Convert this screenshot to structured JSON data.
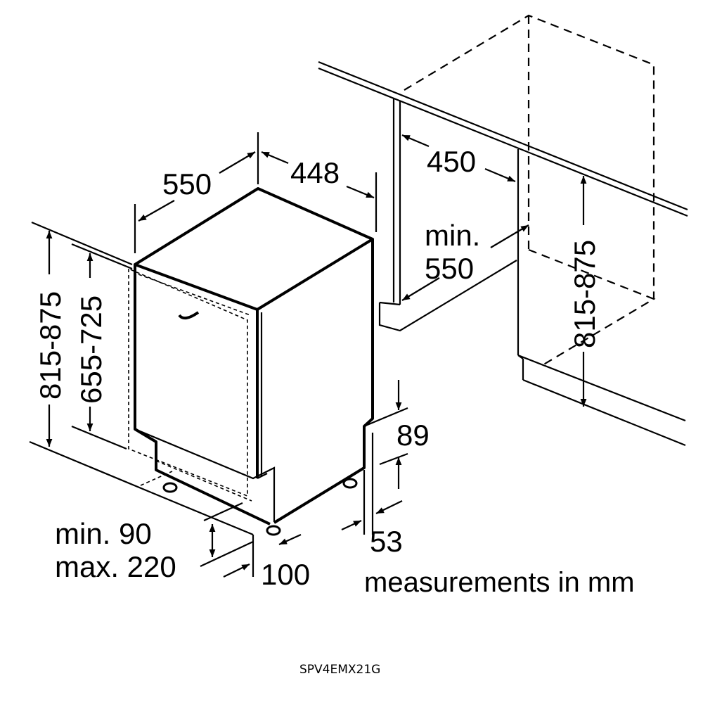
{
  "dimensions": {
    "depth": "550",
    "width": "448",
    "niche_width": "450",
    "niche_depth_min_line1": "min.",
    "niche_depth_min_line2": "550",
    "niche_height": "815-875",
    "height_total": "815-875",
    "height_body": "655-725",
    "plinth_height": "89",
    "plinth_setback": "53",
    "gap_min": "min. 90",
    "gap_max": "max. 220",
    "foot_offset": "100"
  },
  "caption": "measurements in mm",
  "model": "SPV4EMX21G",
  "colors": {
    "stroke": "#000000",
    "background": "#ffffff"
  }
}
